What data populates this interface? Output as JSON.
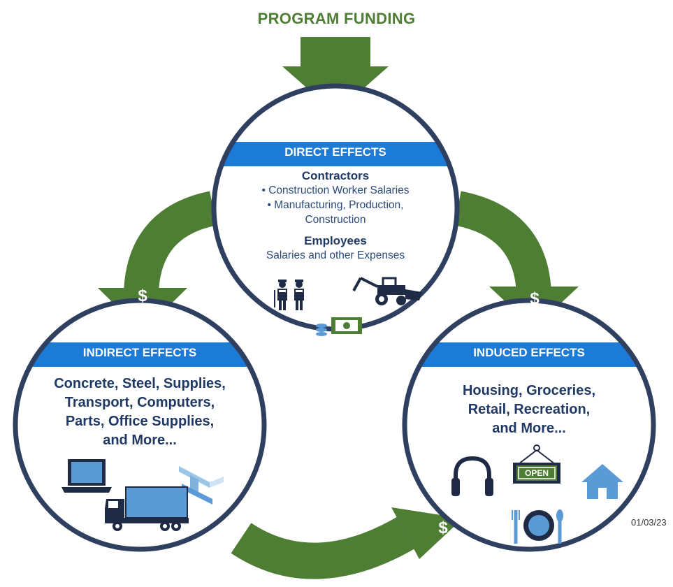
{
  "title": "PROGRAM FUNDING",
  "date": "01/03/23",
  "colors": {
    "arrow_green": "#4e7d34",
    "ring_navy": "#2f3f5f",
    "band_blue": "#1b7bd6",
    "text_navy": "#1f3864",
    "icon_blue": "#5b9bd5"
  },
  "dollar_sign": "$",
  "direct": {
    "header": "DIRECT EFFECTS",
    "contractors_heading": "Contractors",
    "contractors_items": [
      "• Construction Worker Salaries",
      "• Manufacturing, Production,",
      "Construction"
    ],
    "employees_heading": "Employees",
    "employees_text": "Salaries and other Expenses",
    "icons": [
      "construction-workers-icon",
      "backhoe-icon",
      "money-icon"
    ]
  },
  "indirect": {
    "header": "INDIRECT EFFECTS",
    "lines": [
      "Concrete, Steel, Supplies,",
      "Transport, Computers,",
      "Parts, Office Supplies,",
      "and More..."
    ],
    "icons": [
      "laptop-icon",
      "steel-beam-icon",
      "truck-icon"
    ]
  },
  "induced": {
    "header": "INDUCED EFFECTS",
    "lines": [
      "Housing, Groceries,",
      "Retail, Recreation,",
      "and More..."
    ],
    "open_sign": "OPEN",
    "icons": [
      "headphones-icon",
      "open-sign-icon",
      "house-icon",
      "plate-icon"
    ]
  }
}
